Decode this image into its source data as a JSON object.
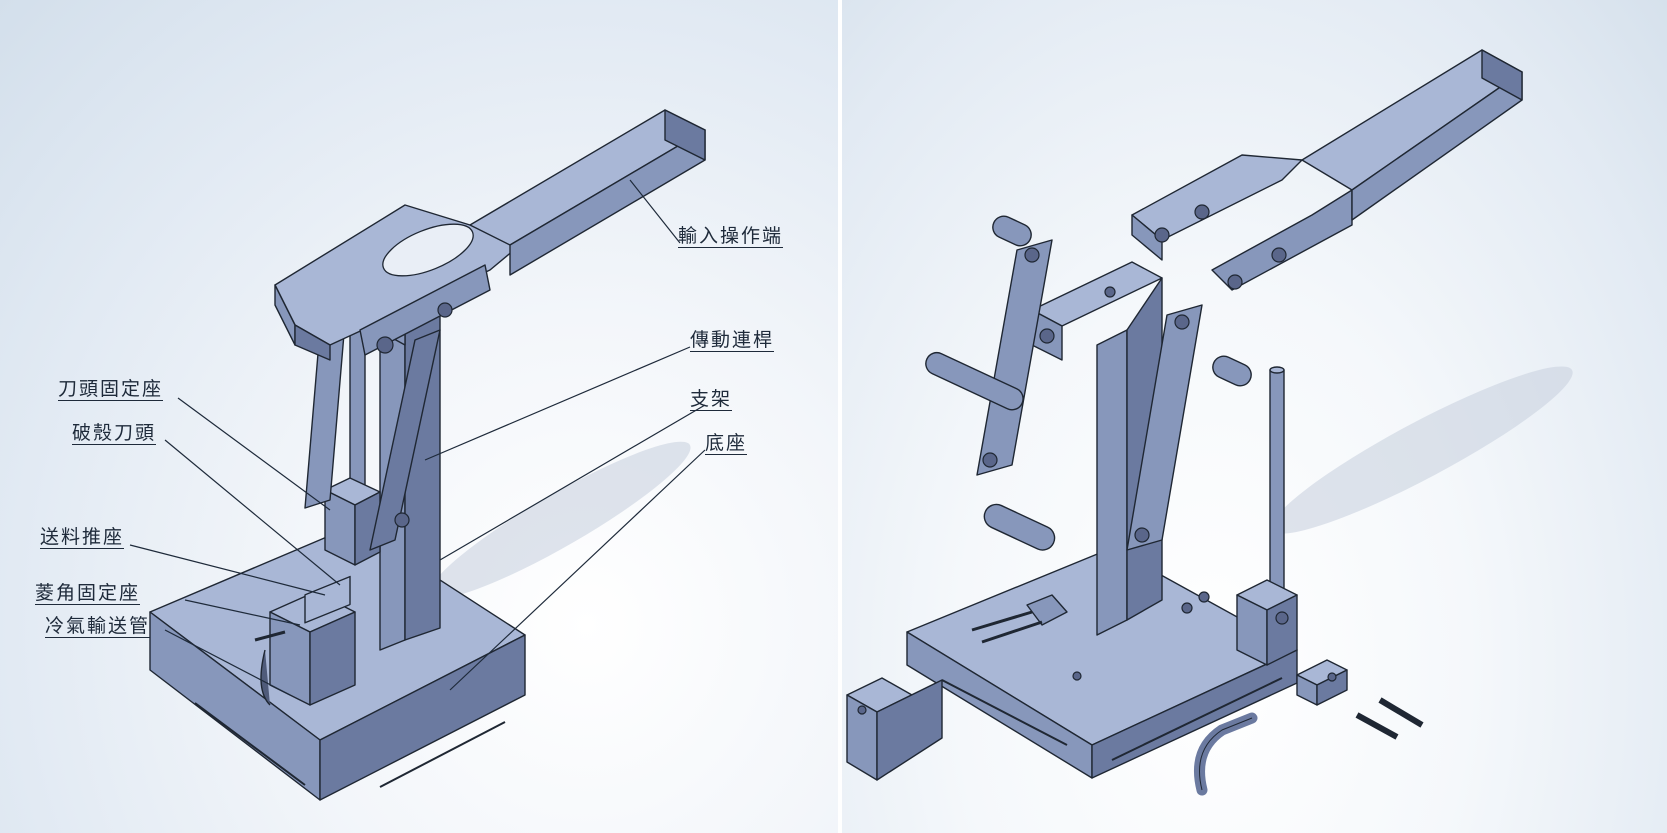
{
  "labels": {
    "input_handle": "輸入操作端",
    "transmission_link": "傳動連桿",
    "bracket": "支架",
    "base": "底座",
    "cutter_mount": "刀頭固定座",
    "shell_cutter": "破殼刀頭",
    "feed_push_seat": "送料推座",
    "nut_fixture": "菱角固定座",
    "cold_air_tube": "冷氣輸送管"
  },
  "colors": {
    "metal_top": "#a9b7d6",
    "metal_front": "#8797bb",
    "metal_side": "#6b7aa0",
    "outline": "#1f2733"
  }
}
